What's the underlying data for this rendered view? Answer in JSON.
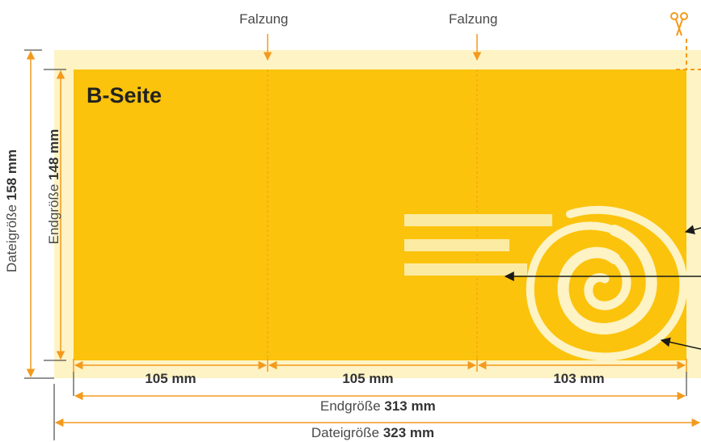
{
  "colors": {
    "bleed": "#fdf3c4",
    "page": "#fcc30d",
    "accent": "#f39a1e",
    "stripe": "#fbeba2",
    "arrow_dark": "#1a1a1a",
    "crop_line": "#2a2a2a"
  },
  "title": "B-Seite",
  "fold_labels": [
    "Falzung",
    "Falzung"
  ],
  "segments": [
    "105 mm",
    "105 mm",
    "103 mm"
  ],
  "endsize_h": {
    "prefix": "Endgröße ",
    "value": "313 mm"
  },
  "filesize_h": {
    "prefix": "Dateigröße ",
    "value": "323 mm"
  },
  "endsize_v": {
    "prefix": "Endgröße ",
    "value": "148 mm"
  },
  "filesize_v": {
    "prefix": "Dateigröße ",
    "value": "158 mm"
  },
  "icons": {
    "scissors": "scissors-icon",
    "spiral": "spiral-logo-icon"
  }
}
